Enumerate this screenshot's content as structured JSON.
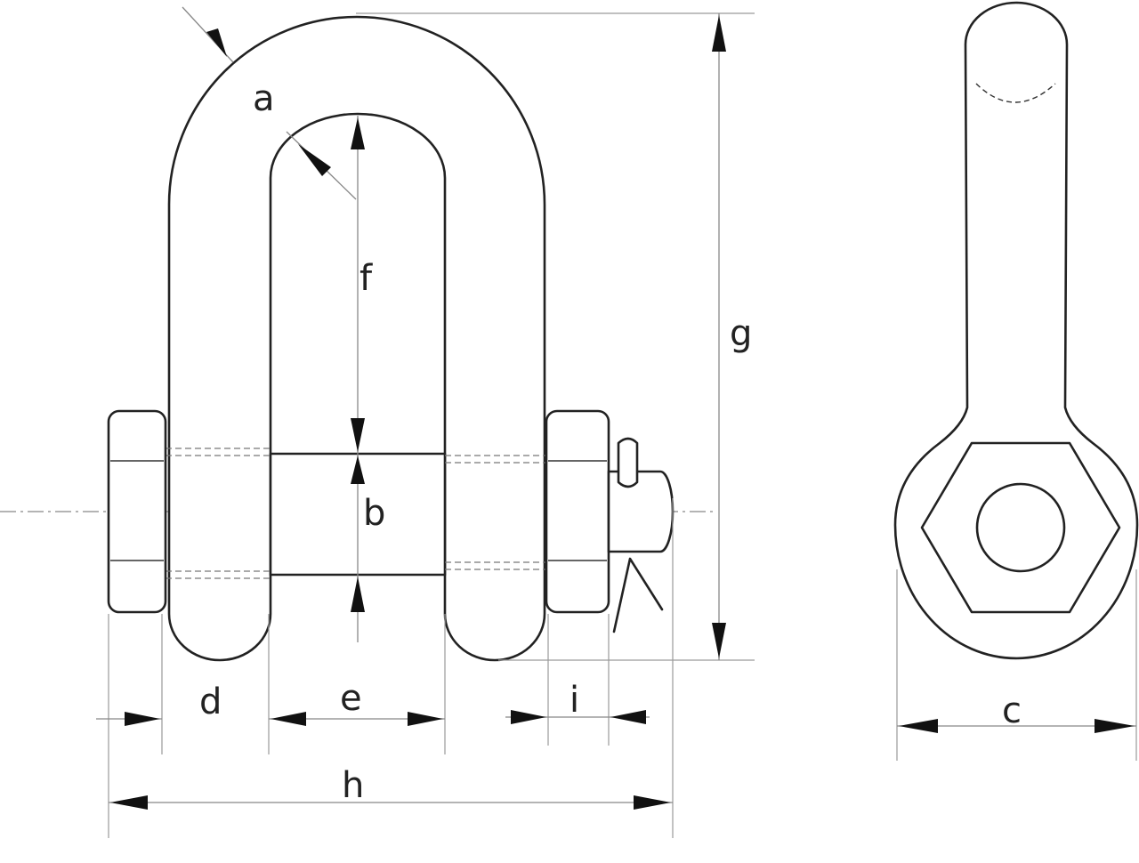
{
  "labels": {
    "a": "a",
    "b": "b",
    "c": "c",
    "d": "d",
    "e": "e",
    "f": "f",
    "g": "g",
    "h": "h",
    "i": "i"
  },
  "colors": {
    "line": "#222222",
    "dimension": "#888888",
    "background": "#ffffff"
  }
}
